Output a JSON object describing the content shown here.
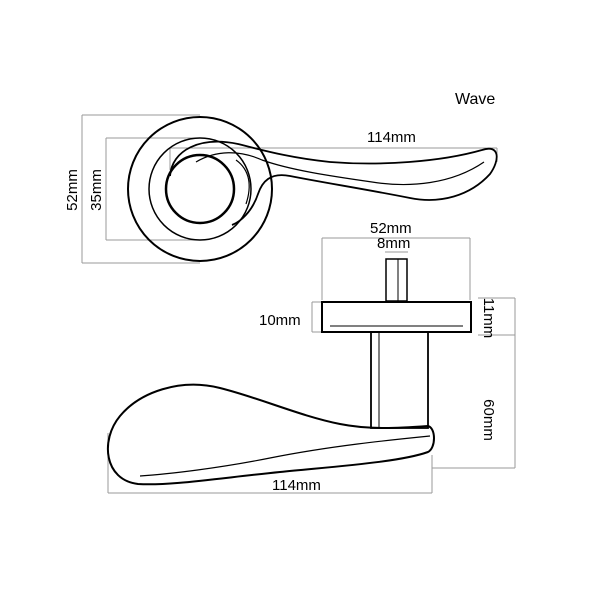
{
  "title": "Wave",
  "top_view": {
    "lever_length": "114mm",
    "rose_outer_diameter": "52mm",
    "rose_inner_diameter": "35mm"
  },
  "side_view": {
    "rose_width": "52mm",
    "spindle_width": "8mm",
    "rose_thickness_left": "10mm",
    "rose_thickness_right": "11mm",
    "lever_height": "60mm",
    "lever_length": "114mm"
  }
}
